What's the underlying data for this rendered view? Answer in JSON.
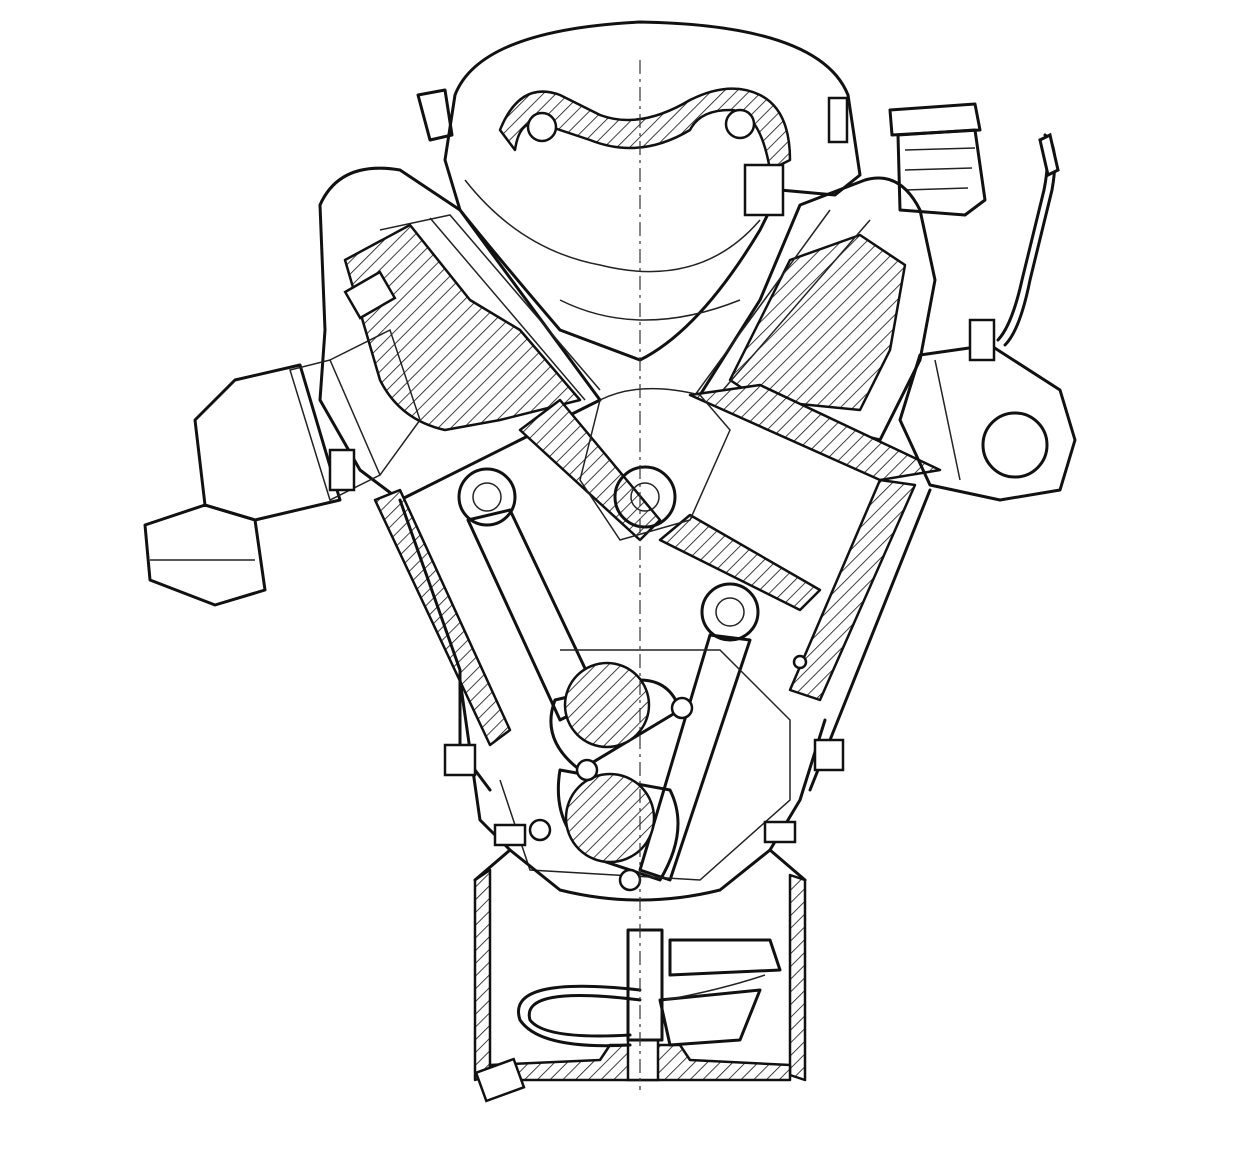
{
  "drawing": {
    "type": "engine-cross-section",
    "style": "black-and-white technical line drawing",
    "colors": {
      "line": "#111111",
      "background": "#ffffff"
    },
    "parts": [
      "intake-manifold",
      "valve-cover",
      "left-cylinder-head",
      "right-cylinder-head",
      "left-exhaust-manifold",
      "right-exhaust-manifold",
      "left-piston",
      "right-piston",
      "left-connecting-rod",
      "right-connecting-rod",
      "camshaft",
      "crankshaft",
      "crankcase",
      "oil-pan",
      "oil-pickup-tube",
      "dipstick-tube",
      "oil-filler-cap",
      "spark-plugs"
    ]
  }
}
